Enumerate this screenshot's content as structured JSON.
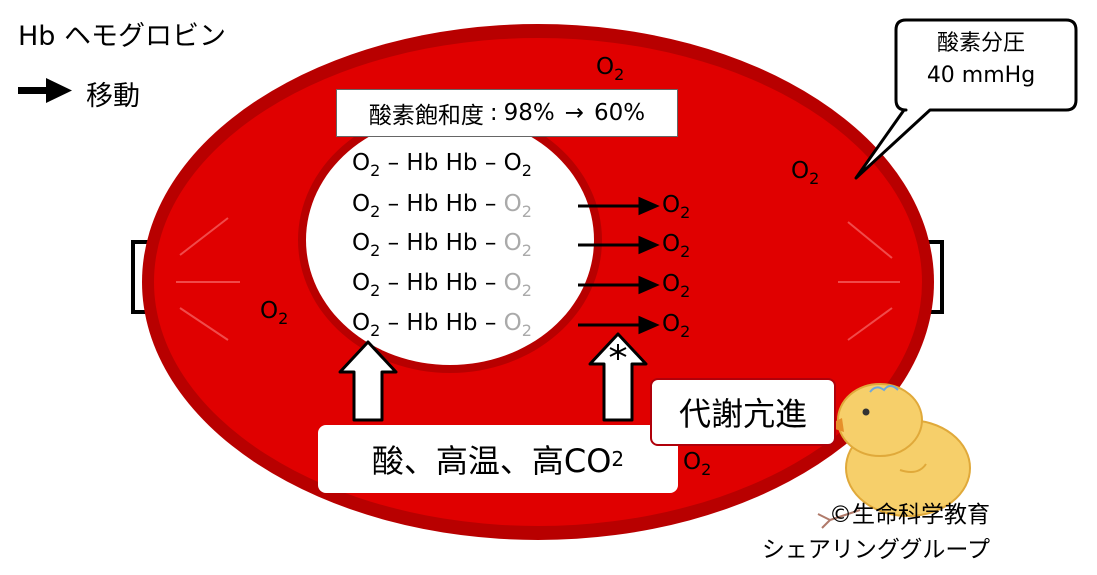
{
  "legend": {
    "hb_text": "Hb ヘモグロビン",
    "move_text": "移動"
  },
  "saturation": {
    "label": "酸素飽和度",
    "from": "98%",
    "arrow": "→",
    "to": "60%"
  },
  "callout": {
    "line1": "酸素分圧",
    "line2": "40 mmHg"
  },
  "hb_rows": [
    {
      "left": "O",
      "sub_left": "2",
      "mid": " – Hb Hb – ",
      "right": "O",
      "sub_right": "2",
      "released": false
    },
    {
      "left": "O",
      "sub_left": "2",
      "mid": " – Hb Hb – ",
      "right": "O",
      "sub_right": "2",
      "released": true
    },
    {
      "left": "O",
      "sub_left": "2",
      "mid": " – Hb Hb – ",
      "right": "O",
      "sub_right": "2",
      "released": true
    },
    {
      "left": "O",
      "sub_left": "2",
      "mid": " – Hb Hb – ",
      "right": "O",
      "sub_right": "2",
      "released": true
    },
    {
      "left": "O",
      "sub_left": "2",
      "mid": " – Hb Hb – ",
      "right": "O",
      "sub_right": "2",
      "released": true
    }
  ],
  "released_o2": {
    "o": "O",
    "sub": "2"
  },
  "floating_o2": {
    "o": "O",
    "sub": "2"
  },
  "cause": {
    "text": "酸、高温、高CO",
    "sub": "2"
  },
  "metabolism": {
    "text": "代謝亢進"
  },
  "credit": {
    "line1": "©生命科学教育",
    "line2": "シェアリンググループ"
  },
  "colors": {
    "cell_fill": "#e00000",
    "cell_rim": "#b80000",
    "ghost_o2": "#aaaaaa"
  },
  "icons": {
    "move_arrow": "right-arrow-icon",
    "chick": "chick-illustration"
  }
}
